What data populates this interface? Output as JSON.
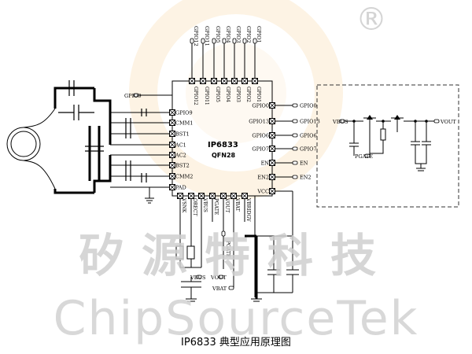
{
  "watermark": {
    "chinese": "矽源特科技",
    "english": "ChipSourceTek",
    "registered_mark": "®",
    "logo_color": "#f3b35a"
  },
  "caption": "IP6833 典型应用原理图",
  "chip": {
    "name": "IP6833",
    "package": "QFN28",
    "top_pins": [
      "GPIO12",
      "GPIO11",
      "GPIO5",
      "GPIO4",
      "GPIO3",
      "GPIO2",
      "GPIO1"
    ],
    "left_pins": [
      "GPIO9",
      "CMM1",
      "BST1",
      "AC1",
      "AC2",
      "BST2",
      "CMM2",
      "PAD"
    ],
    "right_pins": [
      "GPIO0",
      "GPIO13",
      "GPIO6",
      "GPIO7",
      "EN",
      "EN2",
      "VCC"
    ],
    "bottom_pins": [
      "VSNK",
      "ORECT",
      "VBUS",
      "PGATE",
      "VOUT",
      "VBAT",
      "VBRIDGV"
    ]
  },
  "top_net_labels": [
    "GPIO12",
    "GPIO11",
    "GPIO5",
    "GPIO4",
    "GPIO3",
    "GPIO2",
    "GPIO1"
  ],
  "left_net_label": "GPIO9",
  "right_net_labels": [
    "GPIO0",
    "GPIO13",
    "GPIO6",
    "GPIO7",
    "EN",
    "EN2"
  ],
  "bottom_net_labels": {
    "vbus": "VBUS",
    "vout": "VOUT",
    "vbat": "VBAT",
    "pgate": "PGATE"
  },
  "inset": {
    "vbus": "VBUS",
    "vout": "VOUT",
    "pgate": "PGATE"
  }
}
